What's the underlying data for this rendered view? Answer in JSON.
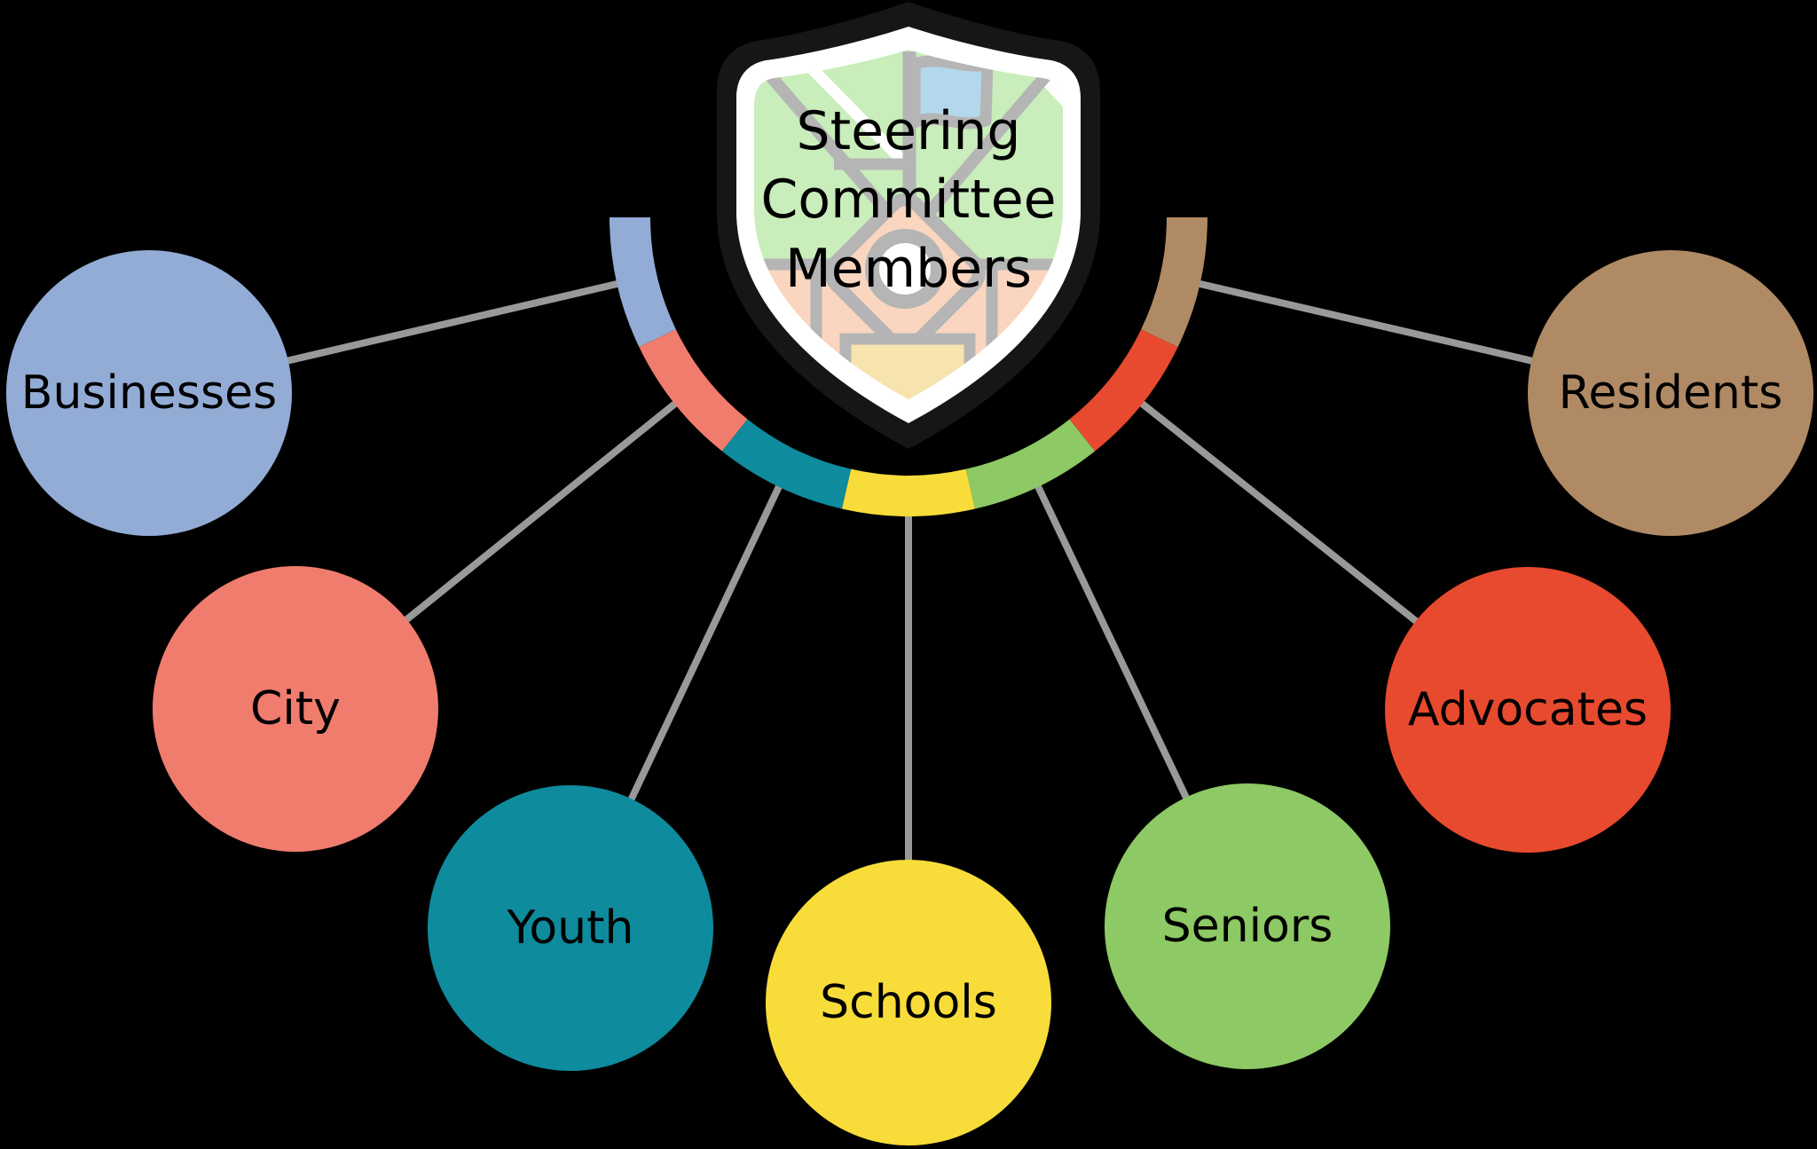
{
  "title": {
    "lines": [
      "Steering",
      "Committee",
      "Members"
    ]
  },
  "members": [
    {
      "label": "Businesses",
      "color": "#92ACD6"
    },
    {
      "label": "City",
      "color": "#F07C6D"
    },
    {
      "label": "Youth",
      "color": "#0E8B9D"
    },
    {
      "label": "Schools",
      "color": "#F8DC3A"
    },
    {
      "label": "Seniors",
      "color": "#8DC964"
    },
    {
      "label": "Advocates",
      "color": "#E74A2E"
    },
    {
      "label": "Residents",
      "color": "#B08A64"
    }
  ],
  "styles": {
    "background": "#000000",
    "connector_color": "#999999",
    "label_color": "#000000",
    "title_color": "#000000"
  },
  "shield": {
    "border_color": "#161616",
    "inner_color": "#FFFFFF",
    "map": {
      "grass": "#C9EDBB",
      "block": "#FAD5BF",
      "road": "#B5B5B5",
      "path": "#FFFFFF",
      "building": "#F7E3AD",
      "flag": "#B4D8EB",
      "hole": "#FFFFFF"
    }
  }
}
